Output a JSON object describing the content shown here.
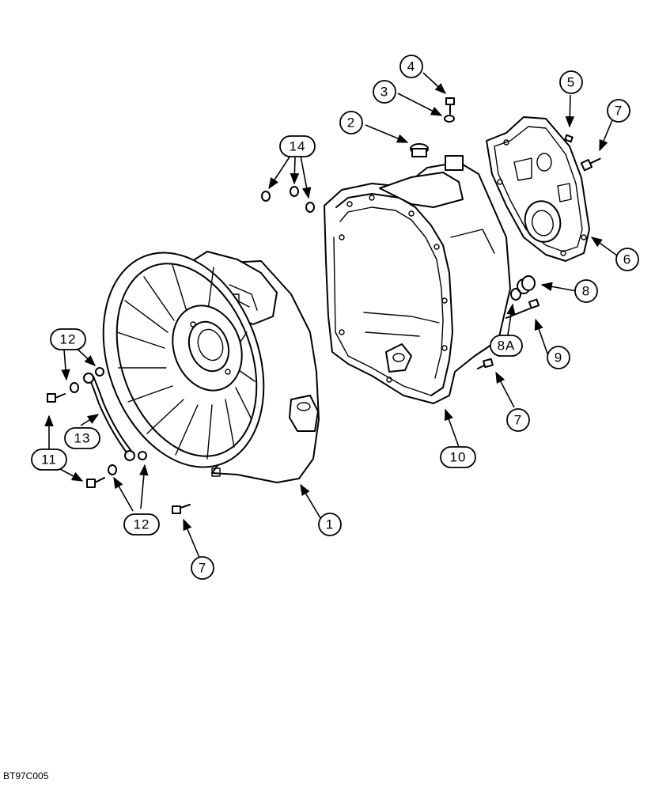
{
  "callouts": [
    {
      "id": "c1",
      "label": "1"
    },
    {
      "id": "c2",
      "label": "2"
    },
    {
      "id": "c3",
      "label": "3"
    },
    {
      "id": "c4",
      "label": "4"
    },
    {
      "id": "c5",
      "label": "5"
    },
    {
      "id": "c6",
      "label": "6"
    },
    {
      "id": "c7a",
      "label": "7"
    },
    {
      "id": "c7b",
      "label": "7"
    },
    {
      "id": "c7c",
      "label": "7"
    },
    {
      "id": "c8",
      "label": "8"
    },
    {
      "id": "c8a",
      "label": "8A"
    },
    {
      "id": "c9",
      "label": "9"
    },
    {
      "id": "c10",
      "label": "10"
    },
    {
      "id": "c11",
      "label": "11"
    },
    {
      "id": "c12a",
      "label": "12"
    },
    {
      "id": "c12b",
      "label": "12"
    },
    {
      "id": "c13",
      "label": "13"
    },
    {
      "id": "c14",
      "label": "14"
    }
  ],
  "reference_code": "BT97C005"
}
